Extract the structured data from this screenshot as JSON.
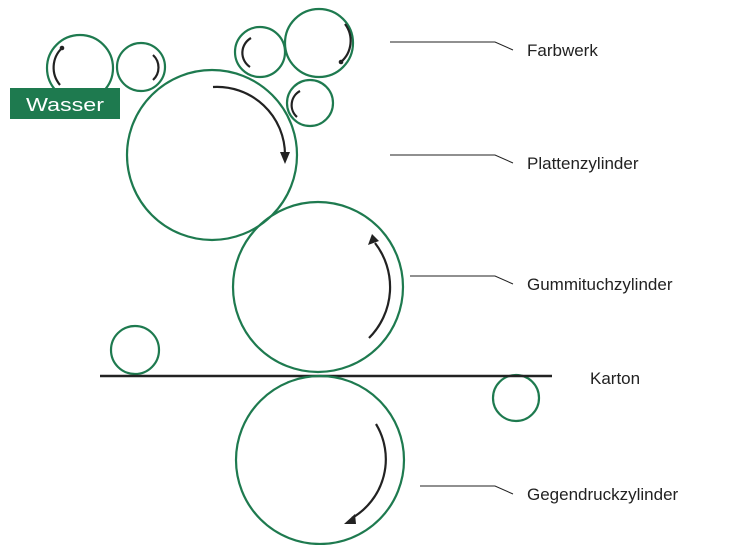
{
  "colors": {
    "cylinder_stroke": "#1e7a4f",
    "badge_fill": "#1e7a4f",
    "arrow": "#222222"
  },
  "wasser_label": "Wasser",
  "labels": {
    "farbwerk": "Farbwerk",
    "plattenzylinder": "Plattenzylinder",
    "gummituchzylinder": "Gummituchzylinder",
    "karton": "Karton",
    "gegendruckzylinder": "Gegendruckzylinder"
  }
}
